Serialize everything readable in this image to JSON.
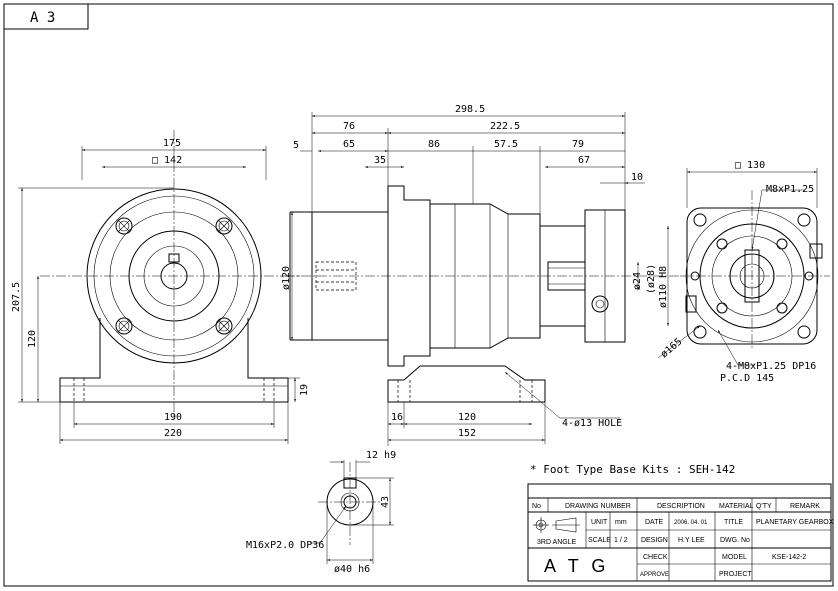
{
  "sheet": {
    "size_label": "A 3"
  },
  "front_view": {
    "width_top": "175",
    "square": "□ 142",
    "height_total": "207.5",
    "center_height": "120",
    "foot_inner": "190",
    "foot_outer": "220",
    "foot_height": "19"
  },
  "side_view": {
    "overall_length": "298.5",
    "flange_length": "76",
    "body_length": "222.5",
    "gap": "5",
    "d65": "65",
    "d35": "35",
    "d86": "86",
    "d57_5": "57.5",
    "d79": "79",
    "d67": "67",
    "d10": "10",
    "dia120": "ø120",
    "dia24": "ø24",
    "dia28": "(ø28)",
    "dia110": "ø110 H8",
    "foot_d16": "16",
    "foot_d120": "120",
    "foot_d152": "152",
    "hole_note": "4-ø13 HOLE"
  },
  "output_view": {
    "square": "□ 130",
    "thread_top": "M8xP1.25",
    "thread_note": "4-M8xP1.25 DP16",
    "pcd": "P.C.D 145",
    "dia165": "ø165"
  },
  "shaft_detail": {
    "key_width": "12 h9",
    "key_height": "43",
    "thread": "M16xP2.0 DP36",
    "diameter": "ø40 h6"
  },
  "kit_note": "* Foot Type Base Kits : SEH-142",
  "title_block": {
    "headers": [
      "No",
      "DRAWING NUMBER",
      "DESCRIPTION",
      "MATERIAL",
      "Q'TY",
      "REMARK"
    ],
    "projection": "3RD ANGLE",
    "unit_label": "UNIT",
    "unit_value": "mm",
    "scale_label": "SCALE",
    "scale_value": "1 / 2",
    "date_label": "DATE",
    "date_value": "2006. 04. 01",
    "design_label": "DESIGN",
    "design_value": "H.Y LEE",
    "check_label": "CHECK",
    "approve_label": "APPROVE",
    "title_label": "TITLE",
    "title_value": "PLANETARY GEARBOX",
    "dwg_label": "DWG. No",
    "model_label": "MODEL",
    "model_value": "KSE-142-2",
    "project_label": "PROJECT",
    "company": "A T G"
  }
}
